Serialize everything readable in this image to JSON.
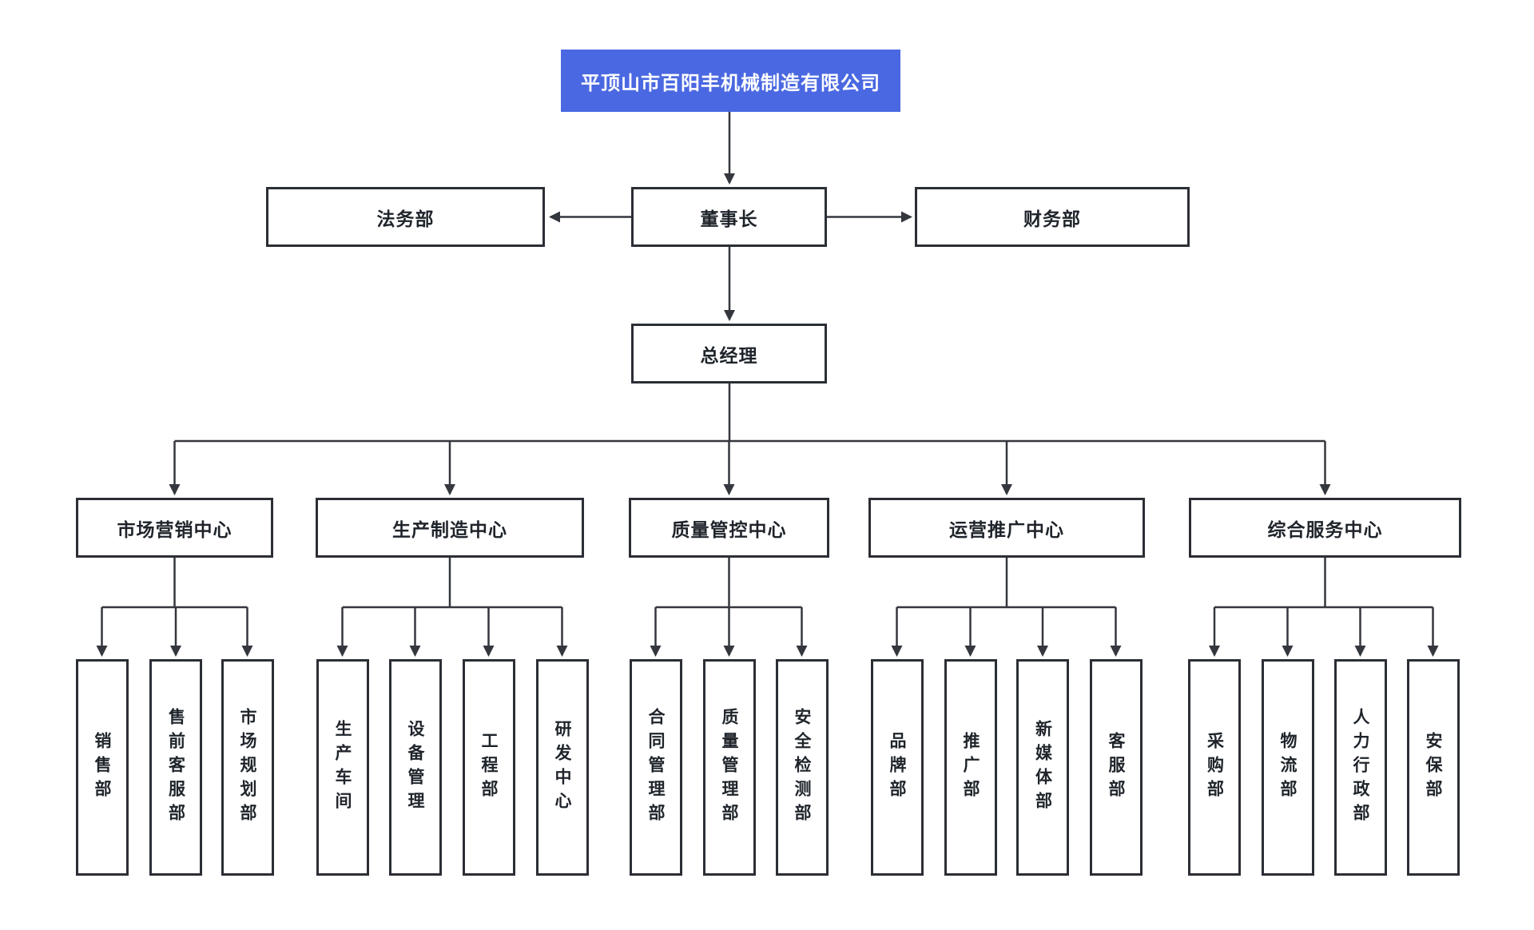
{
  "chart": {
    "root": "平顶山市百阳丰机械制造有限公司",
    "legal": "法务部",
    "chairman": "董事长",
    "finance": "财务部",
    "general_manager": "总经理",
    "centers": [
      {
        "label": "市场营销中心",
        "departments": [
          "销售部",
          "售前客服部",
          "市场规划部"
        ]
      },
      {
        "label": "生产制造中心",
        "departments": [
          "生产车间",
          "设备管理",
          "工程部",
          "研发中心"
        ]
      },
      {
        "label": "质量管控中心",
        "departments": [
          "合同管理部",
          "质量管理部",
          "安全检测部"
        ]
      },
      {
        "label": "运营推广中心",
        "departments": [
          "品牌部",
          "推广部",
          "新媒体部",
          "客服部"
        ]
      },
      {
        "label": "综合服务中心",
        "departments": [
          "采购部",
          "物流部",
          "人力行政部",
          "安保部"
        ]
      }
    ],
    "colors": {
      "root_bg": "#4a68e1",
      "root_text": "#ffffff",
      "node_border": "#2b2e35",
      "line": "#34373d",
      "text": "#1f242b",
      "background": "#ffffff"
    }
  }
}
